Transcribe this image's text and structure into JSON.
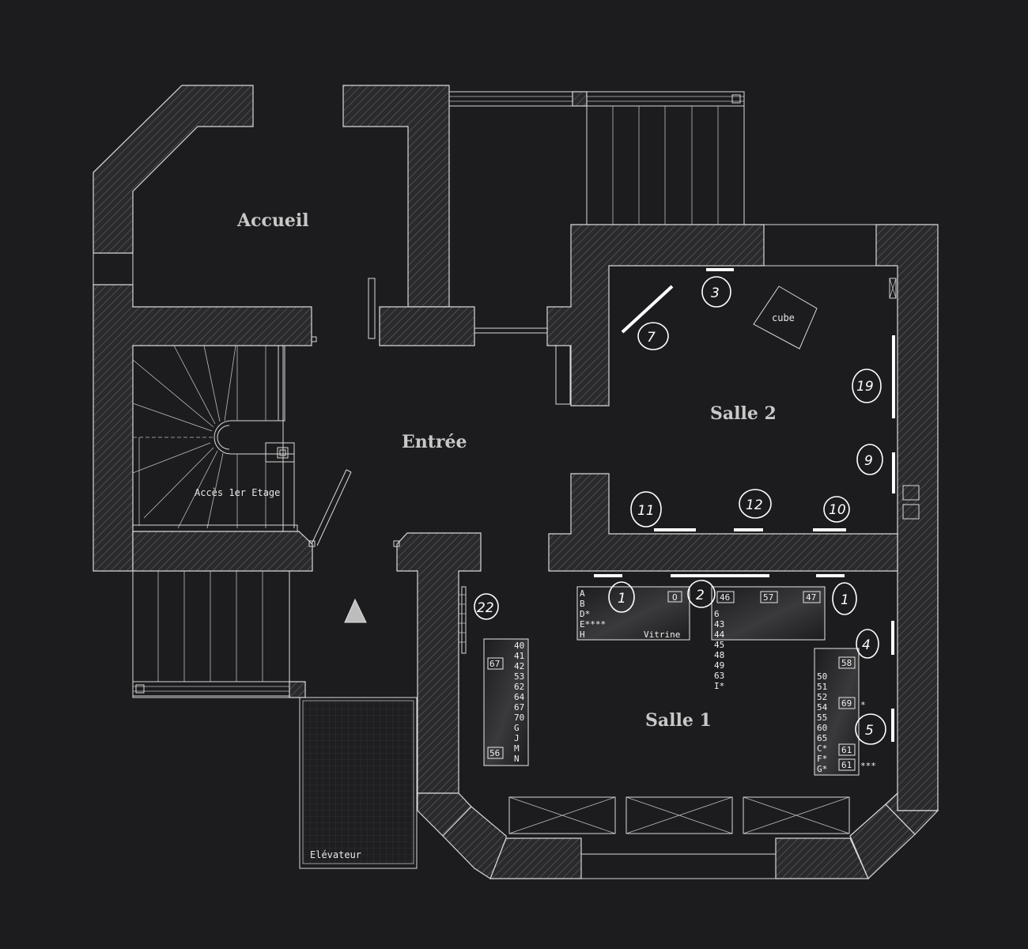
{
  "rooms": {
    "accueil": "Accueil",
    "entree": "Entrée",
    "salle1": "Salle 1",
    "salle2": "Salle 2"
  },
  "labels": {
    "stairs": "Accès 1er Etage",
    "elevator": "Elévateur",
    "cube": "cube",
    "vitrine": "Vitrine"
  },
  "vitrine_left": {
    "letters": [
      "A",
      "B",
      "D*",
      "E****",
      "H"
    ],
    "box": "O"
  },
  "vitrine_mid": {
    "boxes": [
      "46",
      "57",
      "47"
    ],
    "list": [
      "6",
      "43",
      "44",
      "45",
      "48",
      "49",
      "63",
      "I*"
    ]
  },
  "table_left": {
    "list": [
      "40",
      "41",
      "42",
      "53",
      "62",
      "64",
      "67",
      "70",
      "G",
      "J",
      "M",
      "N"
    ],
    "box_top": "67",
    "box_bottom": "56"
  },
  "table_right": {
    "box_top": "58",
    "list": [
      "50",
      "51",
      "52",
      "54",
      "55",
      "60",
      "65",
      "C*",
      "F*",
      "G*"
    ],
    "box_54": "69",
    "box_c": "61",
    "box_g": "61",
    "star_54": "*",
    "star_g": "***"
  },
  "annotations": [
    "7",
    "3",
    "19",
    "9",
    "11",
    "12",
    "10",
    "1",
    "2",
    "1",
    "4",
    "5",
    "22"
  ]
}
